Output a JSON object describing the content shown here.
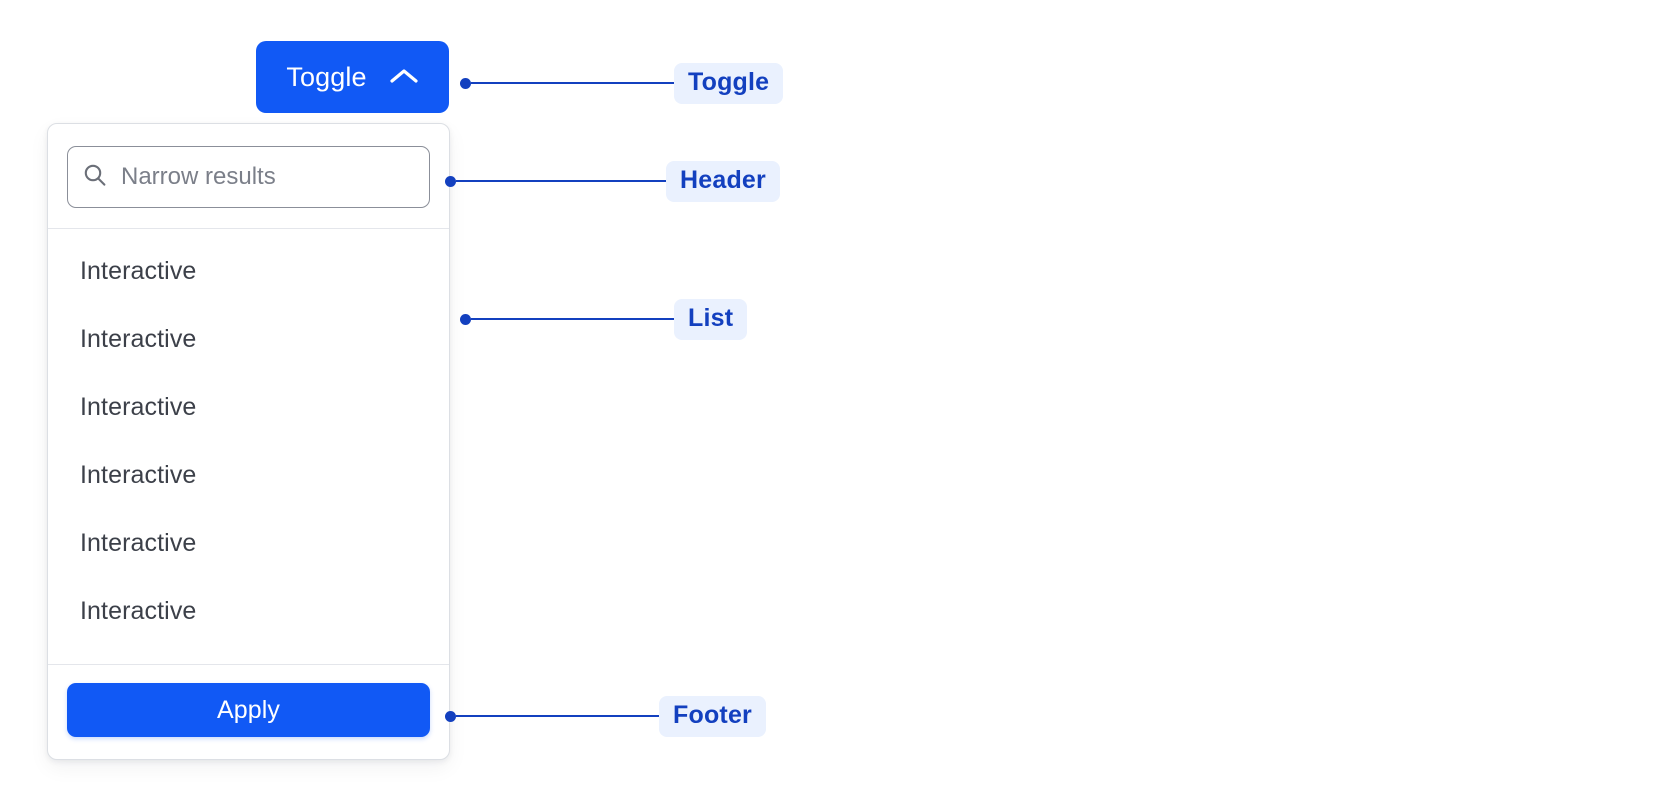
{
  "toggle": {
    "label": "Toggle",
    "icon": "chevron-up-icon",
    "background": "#1159f5",
    "text_color": "#ffffff"
  },
  "panel": {
    "header": {
      "search": {
        "placeholder": "Narrow results",
        "value": "",
        "icon": "search-icon"
      }
    },
    "list": {
      "items": [
        {
          "label": "Interactive"
        },
        {
          "label": "Interactive"
        },
        {
          "label": "Interactive"
        },
        {
          "label": "Interactive"
        },
        {
          "label": "Interactive"
        },
        {
          "label": "Interactive"
        }
      ]
    },
    "footer": {
      "apply_label": "Apply",
      "apply_background": "#1159f5"
    }
  },
  "annotations": {
    "accent_color": "#1340bf",
    "badge_background": "#eaf1fe",
    "items": [
      {
        "label": "Toggle"
      },
      {
        "label": "Header"
      },
      {
        "label": "List"
      },
      {
        "label": "Footer"
      }
    ]
  }
}
